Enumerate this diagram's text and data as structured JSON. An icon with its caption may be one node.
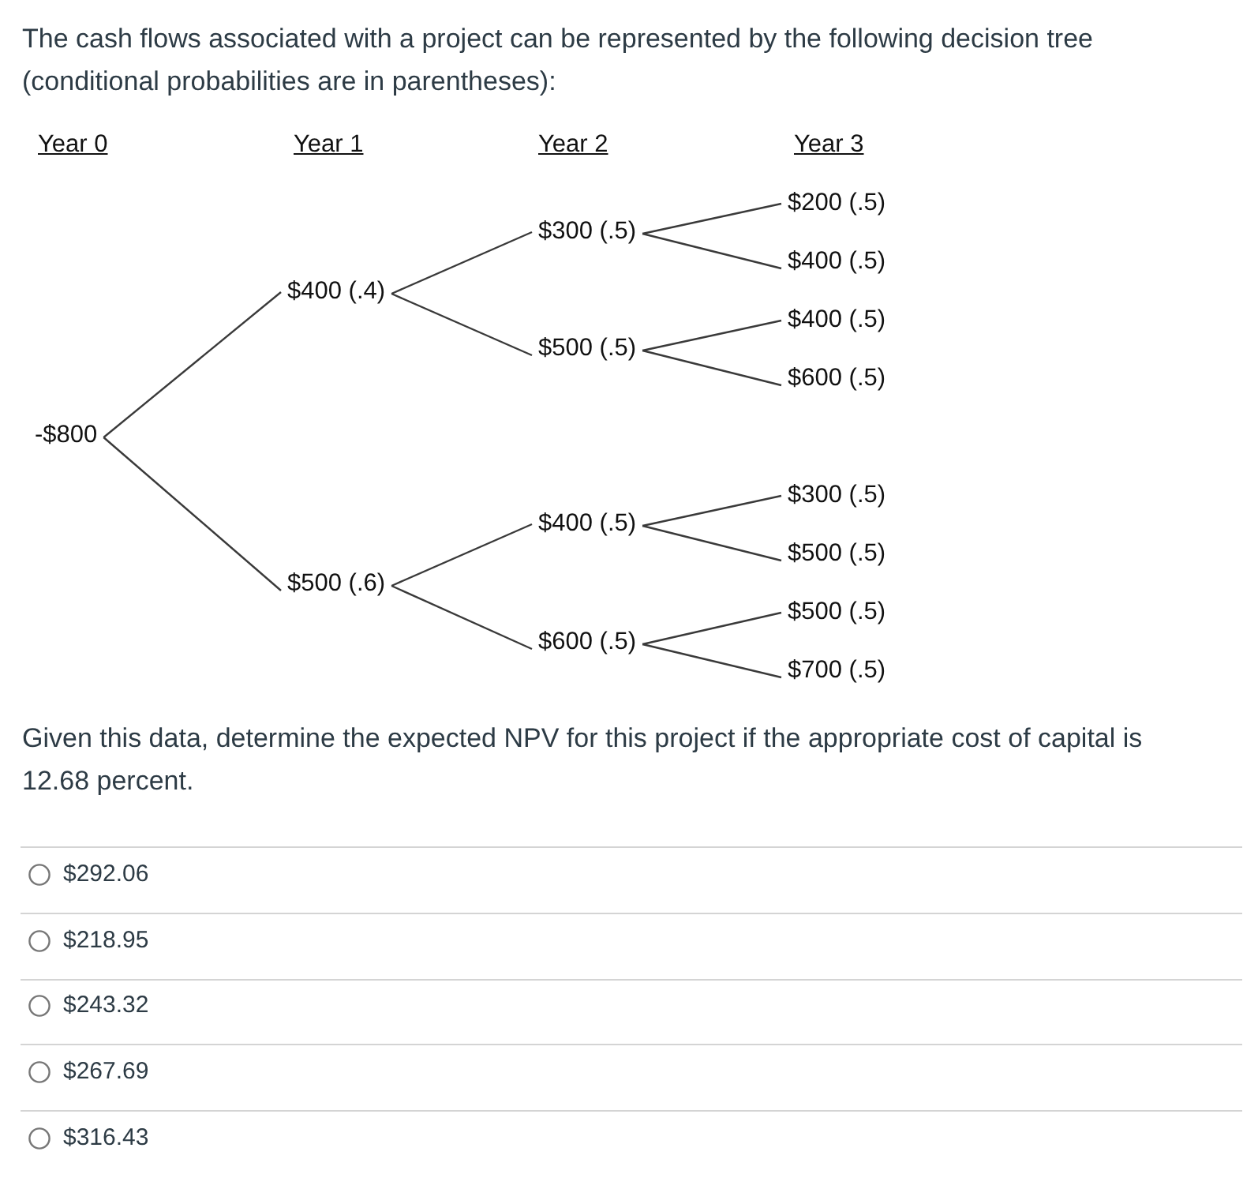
{
  "diagram": {
    "nodes": [
      {
        "text": [
          "-$800"
        ]
      },
      {
        "text": [
          "$400 (.4)"
        ]
      },
      {
        "text": [
          "$500 (.6)"
        ]
      },
      {
        "text": [
          "$300 (.5)"
        ]
      },
      {
        "text": [
          "$500 (.5)"
        ]
      },
      {
        "text": [
          "$400 (.5)"
        ]
      },
      {
        "text": [
          "$600 (.5)"
        ]
      },
      {
        "text": [
          "$200 (.5)"
        ]
      },
      {
        "text": [
          "$400 (.5)"
        ]
      },
      {
        "text": [
          "$400 (.5)"
        ]
      },
      {
        "text": [
          "$600 (.5)"
        ]
      },
      {
        "text": [
          "$300 (.5)"
        ]
      },
      {
        "text": [
          "$500 (.5)"
        ]
      },
      {
        "text": [
          "$500 (.5)"
        ]
      },
      {
        "text": [
          "$700 (.5)"
        ]
      }
    ],
    "edges": [
      {
        "from": 0,
        "to": 1,
        "arrow": "none"
      },
      {
        "from": 0,
        "to": 2,
        "arrow": "none"
      },
      {
        "from": 1,
        "to": 3,
        "arrow": "none"
      },
      {
        "from": 1,
        "to": 4,
        "arrow": "none"
      },
      {
        "from": 2,
        "to": 5,
        "arrow": "none"
      },
      {
        "from": 2,
        "to": 6,
        "arrow": "none"
      },
      {
        "from": 3,
        "to": 7,
        "arrow": "none"
      },
      {
        "from": 3,
        "to": 8,
        "arrow": "none"
      },
      {
        "from": 4,
        "to": 9,
        "arrow": "none"
      },
      {
        "from": 4,
        "to": 10,
        "arrow": "none"
      },
      {
        "from": 5,
        "to": 11,
        "arrow": "none"
      },
      {
        "from": 5,
        "to": 12,
        "arrow": "none"
      },
      {
        "from": 6,
        "to": 13,
        "arrow": "none"
      },
      {
        "from": 6,
        "to": 14,
        "arrow": "none"
      }
    ],
    "labels": [
      "The cash flows associated with a project can be represented by the following decision tree (conditional probabilities are in parentheses):",
      "Year 0",
      "Year 1",
      "Year 2",
      "Year 3",
      "Given this data, determine the expected NPV for this project if the appropriate cost of capital is 12.68 percent.",
      "$292.06",
      "$218.95",
      "$243.32",
      "$267.69",
      "$316.43"
    ]
  }
}
